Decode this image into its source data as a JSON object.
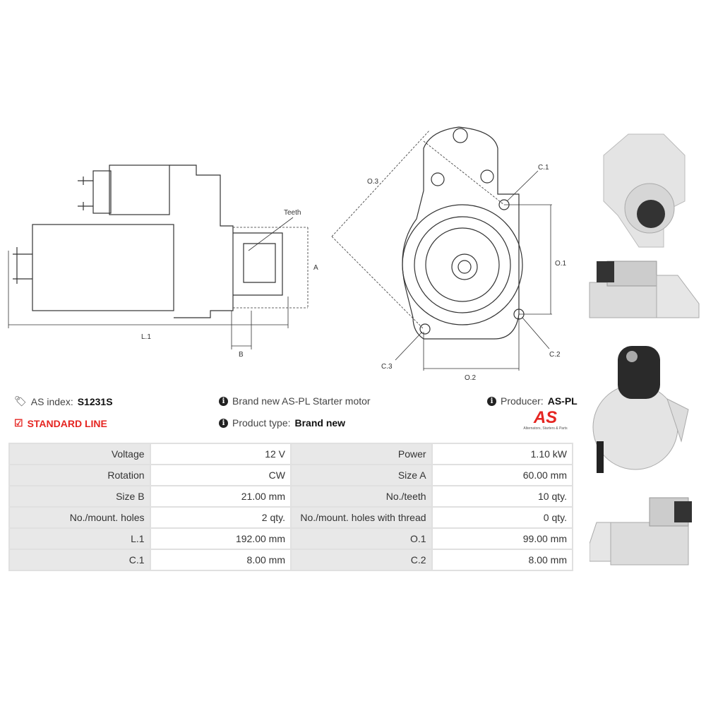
{
  "diagram": {
    "side": {
      "teeth": "Teeth",
      "a": "A",
      "l1": "L.1",
      "b": "B"
    },
    "front": {
      "o3": "O.3",
      "c1": "C.1",
      "o1": "O.1",
      "c2": "C.2",
      "c3": "C.3",
      "o2": "O.2"
    }
  },
  "info": {
    "as_index_label": "AS index:",
    "as_index_value": "S1231S",
    "line": "STANDARD LINE",
    "description": "Brand new AS-PL Starter motor",
    "product_type_label": "Product type:",
    "product_type_value": "Brand new",
    "producer_label": "Producer:",
    "producer_value": "AS-PL",
    "logo_text": "AS",
    "logo_tagline": "Alternators, Starters & Parts"
  },
  "specs": [
    {
      "l1": "Voltage",
      "v1": "12 V",
      "l2": "Power",
      "v2": "1.10 kW"
    },
    {
      "l1": "Rotation",
      "v1": "CW",
      "l2": "Size A",
      "v2": "60.00 mm"
    },
    {
      "l1": "Size B",
      "v1": "21.00 mm",
      "l2": "No./teeth",
      "v2": "10 qty."
    },
    {
      "l1": "No./mount. holes",
      "v1": "2 qty.",
      "l2": "No./mount. holes with thread",
      "v2": "0 qty."
    },
    {
      "l1": "L.1",
      "v1": "192.00 mm",
      "l2": "O.1",
      "v2": "99.00 mm"
    },
    {
      "l1": "C.1",
      "v1": "8.00 mm",
      "l2": "C.2",
      "v2": "8.00 mm"
    }
  ],
  "colors": {
    "accent": "#e52521",
    "label_bg": "#e8e8e8",
    "border": "#e0e0e0"
  }
}
